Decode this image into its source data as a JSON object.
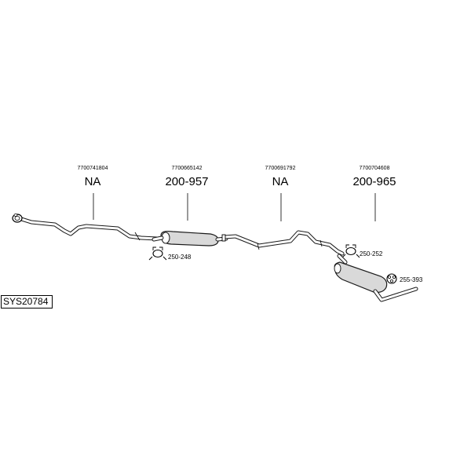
{
  "system_code": "SYS20784",
  "parts": [
    {
      "oem": "7700741804",
      "number": "NA"
    },
    {
      "oem": "7700665142",
      "number": "200-957"
    },
    {
      "oem": "7700691792",
      "number": "NA"
    },
    {
      "oem": "7700704608",
      "number": "200-965"
    }
  ],
  "accessories": [
    {
      "number": "250-248"
    },
    {
      "number": "250-252"
    },
    {
      "number": "255-393"
    }
  ]
}
